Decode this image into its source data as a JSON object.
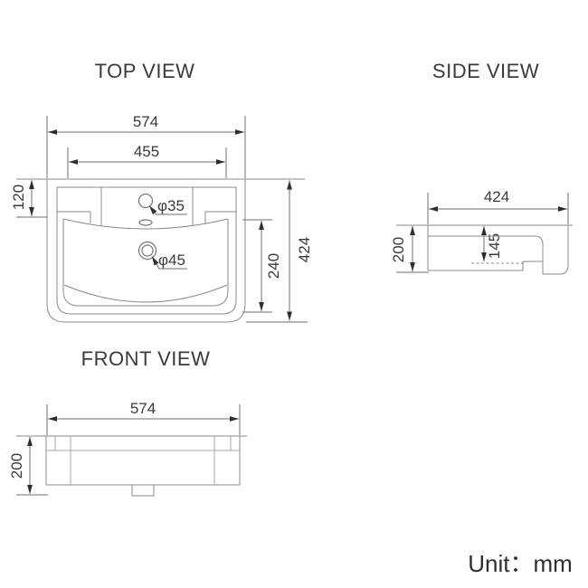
{
  "unit_note": "Unit：mm",
  "top_view": {
    "title": "TOP VIEW",
    "dim_overall_width": "574",
    "dim_bowl_width": "455",
    "dim_back_depth": "120",
    "dim_overall_depth": "424",
    "dim_bowl_depth": "240",
    "label_faucet_hole": "φ35",
    "label_drain_hole": "φ45"
  },
  "side_view": {
    "title": "SIDE VIEW",
    "dim_depth": "424",
    "dim_height": "200",
    "dim_inner_depth": "145"
  },
  "front_view": {
    "title": "FRONT VIEW",
    "dim_width": "574",
    "dim_height": "200"
  }
}
